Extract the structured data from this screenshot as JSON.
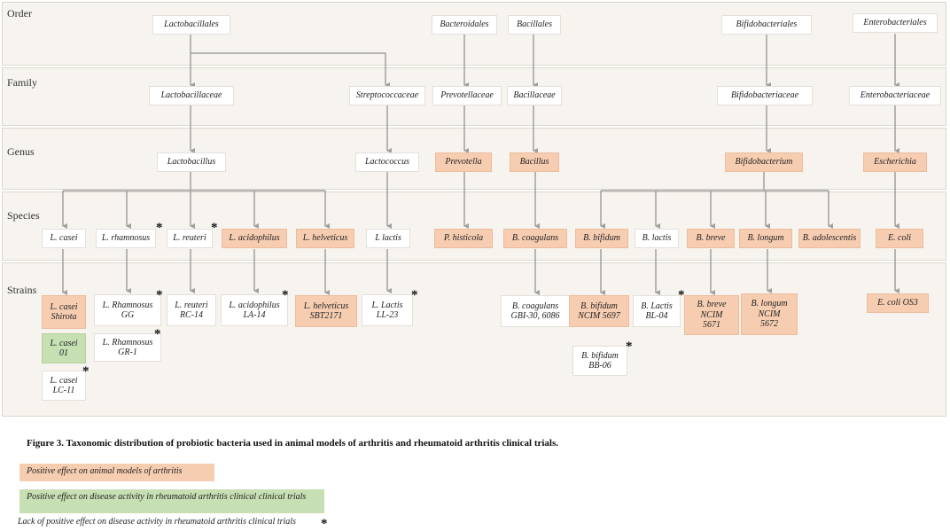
{
  "rows": [
    {
      "id": "order",
      "label": "Order"
    },
    {
      "id": "family",
      "label": "Family"
    },
    {
      "id": "genus",
      "label": "Genus"
    },
    {
      "id": "species",
      "label": "Species"
    },
    {
      "id": "strains",
      "label": "Strains"
    }
  ],
  "nodes": {
    "o_lacto": {
      "text": "Lactobacillales",
      "fill": "white"
    },
    "o_bact": {
      "text": "Bacteroidales",
      "fill": "white"
    },
    "o_baci": {
      "text": "Bacillales",
      "fill": "white"
    },
    "o_bifi": {
      "text": "Bifidobacteriales",
      "fill": "white"
    },
    "o_ente": {
      "text": "Enterobacteriales",
      "fill": "white"
    },
    "f_lactob": {
      "text": "Lactobacillaceae",
      "fill": "white"
    },
    "f_strep": {
      "text": "Streptococcaceae",
      "fill": "white"
    },
    "f_prev": {
      "text": "Prevotellaceae",
      "fill": "white"
    },
    "f_baci": {
      "text": "Bacillaceae",
      "fill": "white"
    },
    "f_bifi": {
      "text": "Bifidobacteriaceae",
      "fill": "white"
    },
    "f_ente": {
      "text": "Enterobacteriaceae",
      "fill": "white"
    },
    "g_lactob": {
      "text": "Lactobacillus",
      "fill": "white"
    },
    "g_lacto": {
      "text": "Lactococcus",
      "fill": "white"
    },
    "g_prev": {
      "text": "Prevotella",
      "fill": "orange"
    },
    "g_baci": {
      "text": "Bacillus",
      "fill": "orange"
    },
    "g_bifi": {
      "text": "Bifidobacterium",
      "fill": "orange"
    },
    "g_esch": {
      "text": "Escherichia",
      "fill": "orange"
    },
    "s_casei": {
      "text": "L. casei",
      "fill": "white"
    },
    "s_rham": {
      "text": "L. rhamnosus",
      "fill": "white",
      "star": true
    },
    "s_reut": {
      "text": "L. reuteri",
      "fill": "white",
      "star": true
    },
    "s_acid": {
      "text": "L. acidophilus",
      "fill": "orange"
    },
    "s_helv": {
      "text": "L. helveticus",
      "fill": "orange"
    },
    "s_llact": {
      "text": "L lactis",
      "fill": "white"
    },
    "s_hist": {
      "text": "P. histicola",
      "fill": "orange"
    },
    "s_coag": {
      "text": "B. coagulans",
      "fill": "orange"
    },
    "s_bifid": {
      "text": "B. bifidum",
      "fill": "orange"
    },
    "s_blact": {
      "text": "B. lactis",
      "fill": "white"
    },
    "s_breve": {
      "text": "B. breve",
      "fill": "orange"
    },
    "s_long": {
      "text": "B. longum",
      "fill": "orange"
    },
    "s_adol": {
      "text": "B. adolescentis",
      "fill": "orange"
    },
    "s_ecoli": {
      "text": "E. coli",
      "fill": "orange"
    },
    "t_shir": {
      "text": "L. casei\nShirota",
      "fill": "orange"
    },
    "t_c01": {
      "text": "L. casei\n01",
      "fill": "green"
    },
    "t_lc11": {
      "text": "L. casei\nLC-11",
      "fill": "white",
      "star": true
    },
    "t_gg": {
      "text": "L. Rhamnosus\nGG",
      "fill": "white",
      "star": true
    },
    "t_gr1": {
      "text": "L. Rhamnosus\nGR-1",
      "fill": "white",
      "star": true
    },
    "t_rc14": {
      "text": "L. reuteri\nRC-14",
      "fill": "white"
    },
    "t_la14": {
      "text": "L. acidophilus\nLA-14",
      "fill": "white",
      "star": true
    },
    "t_sbt": {
      "text": "L. helveticus\nSBT2171",
      "fill": "orange"
    },
    "t_ll23": {
      "text": "L. Lactis\nLL-23",
      "fill": "white",
      "star": true
    },
    "t_gbi": {
      "text": "B. coagulans\nGBI-30, 6086",
      "fill": "white"
    },
    "t_ncim97": {
      "text": "B. bifidum\nNCIM 5697",
      "fill": "orange"
    },
    "t_bb06": {
      "text": "B. bifidum\nBB-06",
      "fill": "white",
      "star": true
    },
    "t_bl04": {
      "text": "B. Lactis\nBL-04",
      "fill": "white",
      "star": true
    },
    "t_ncim71": {
      "text": "B. breve\nNCIM\n5671",
      "fill": "orange"
    },
    "t_ncim72": {
      "text": "B. longum\nNCIM\n5672",
      "fill": "orange"
    },
    "t_os3": {
      "text": "E. coli OS3",
      "fill": "orange"
    }
  },
  "star_glyph": "*",
  "caption": "Figure 3. Taxonomic distribution of probiotic bacteria used in animal models of arthritis and rheumatoid arthritis clinical trials.",
  "legend": [
    {
      "kind": "orange",
      "text": "Positive effect on animal models of arthritis"
    },
    {
      "kind": "green",
      "text": "Positive effect on disease activity in rheumatoid arthritis clinical  clinical trials"
    },
    {
      "kind": "star",
      "text": "Lack of positive effect on disease activity in rheumatoid arthritis clinical trials"
    }
  ],
  "colors": {
    "orange": "#f7cdb1",
    "green": "#c6dfb3",
    "band": "#f7f4ef",
    "line": "#a0a0a0"
  }
}
